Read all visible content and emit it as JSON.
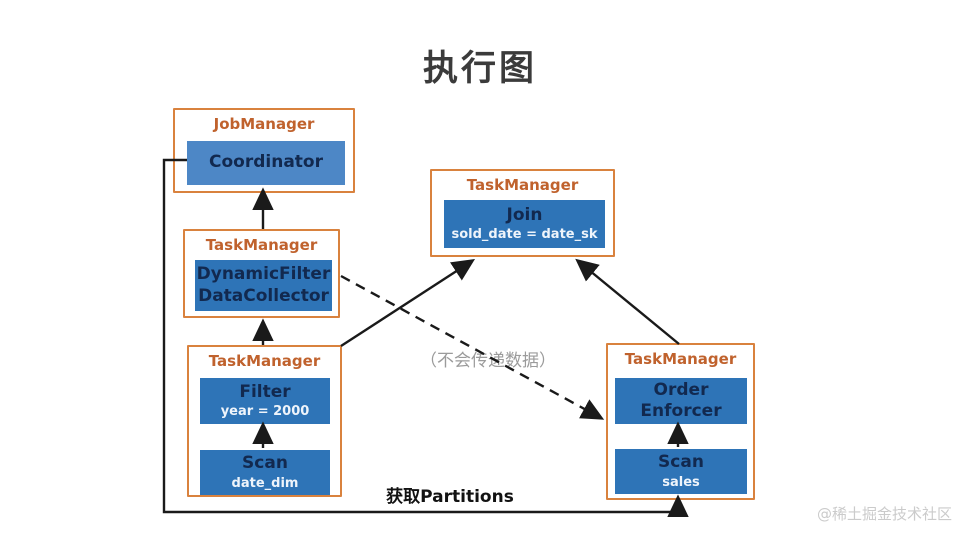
{
  "title": "执行图",
  "watermark": "@稀土掘金技术社区",
  "labels": {
    "no_data": "（不会传递数据）",
    "get_partitions": "获取Partitions"
  },
  "nodes": {
    "job_manager": {
      "type_label": "JobManager",
      "op": {
        "name": "Coordinator"
      }
    },
    "collector_tm": {
      "type_label": "TaskManager",
      "op": {
        "name": "DynamicFilter\nDataCollector"
      }
    },
    "join_tm": {
      "type_label": "TaskManager",
      "op": {
        "name": "Join",
        "detail": "sold_date = date_sk"
      }
    },
    "build_tm": {
      "type_label": "TaskManager",
      "op_top": {
        "name": "Filter",
        "detail": "year = 2000"
      },
      "op_bottom": {
        "name": "Scan",
        "detail": "date_dim"
      }
    },
    "right_tm": {
      "type_label": "TaskManager",
      "op_top": {
        "name": "Order\nEnforcer"
      },
      "op_bottom": {
        "name": "Scan",
        "detail": "sales"
      }
    }
  },
  "colors": {
    "frame_border": "#d9823e",
    "frame_label_text": "#c0622d",
    "operator_fill": "#2e74b7",
    "coordinator_fill": "#4d87c6",
    "operator_title_text": "#12294f",
    "operator_subtitle_text": "#eef4fb",
    "arrow": "#1a1a1a",
    "muted_label": "#9b9b9b"
  }
}
